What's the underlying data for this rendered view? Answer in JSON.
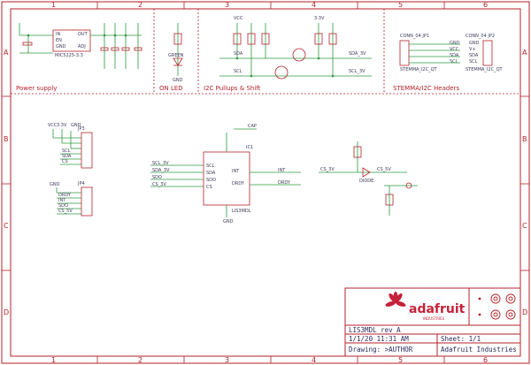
{
  "zones": {
    "columns": [
      "1",
      "2",
      "3",
      "4",
      "5",
      "6"
    ],
    "rows": [
      "A",
      "B",
      "C",
      "D"
    ]
  },
  "sections": {
    "power": "Power supply",
    "on_led": "ON LED",
    "i2c_pullups": "I2C Pullups & Shift",
    "stemma": "STEMMA/I2C Headers"
  },
  "regulator": {
    "pins": [
      "IN",
      "EN",
      "GND",
      "OUT",
      "ADJ"
    ],
    "part": "MIC5225-3.3"
  },
  "led_block": {
    "part": "GREEN",
    "gnd": "GND"
  },
  "i2c_shift": {
    "nets": [
      "SCL",
      "SDA",
      "SCL_3V",
      "SDA_3V"
    ],
    "power": [
      "VCC",
      "3.3V"
    ]
  },
  "stemma_headers": {
    "left": {
      "ref": "CONN_04 JP1",
      "part": "STEMMA_I2C_QT",
      "pins": [
        "GND",
        "VCC",
        "SDA",
        "SCL"
      ]
    },
    "right": {
      "ref": "CONN_04 JP2",
      "part": "STEMMA_I2C_QT",
      "pins": [
        "GND",
        "V+",
        "SDA",
        "SCL"
      ]
    }
  },
  "header_top": {
    "ref": "JP3",
    "nets": [
      "VCC",
      "3.3V",
      "GND",
      "SCL",
      "SDA",
      "CS"
    ]
  },
  "header_bottom": {
    "ref": "JP4",
    "nets": [
      "GND",
      "DRDY",
      "INT",
      "SDO",
      "CS_5V"
    ]
  },
  "ic": {
    "ref": "IC1",
    "part": "LIS3MDL",
    "left_pins": [
      "SCL",
      "SDA",
      "SDO",
      "CS"
    ],
    "right_pins": [
      "INT",
      "DRDY"
    ],
    "left_nets": [
      "SCL_3V",
      "SDA_3V",
      "SDO",
      "CS_3V"
    ],
    "right_nets": [
      "INT",
      "DRDY"
    ],
    "cap": "CAP",
    "gnd": "GND"
  },
  "cs_shift": {
    "nets": [
      "CS_3V",
      "CS_5V"
    ],
    "diode": "DIODE"
  },
  "title_block": {
    "logo": "adafruit",
    "logo_sub": "INDUSTRIES",
    "board": "LIS3MDL rev A",
    "date": "1/1/20 11:31 AM",
    "sheet": "Sheet: 1/1",
    "drawing": "Drawing: >AUTHOR",
    "company": "Adafruit Industries"
  }
}
